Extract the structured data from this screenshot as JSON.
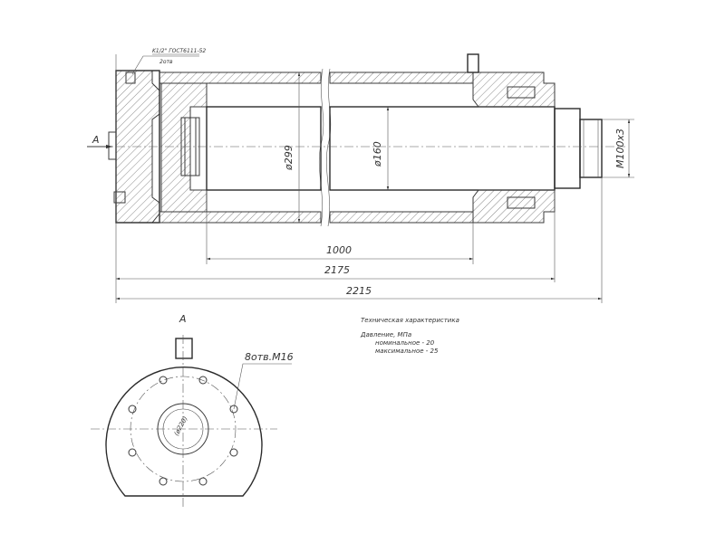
{
  "labels": {
    "thread_spec": "K1/2\" ГОСТ6111-52",
    "holes_count": "2отв",
    "view_arrow": "A",
    "view_label": "A",
    "bolt_holes": "8отв.М16",
    "bolt_circle": "(ø220)"
  },
  "dimensions": {
    "bore": "ø299",
    "rod": "ø160",
    "thread": "M100x3",
    "stroke": "1000",
    "length_1": "2175",
    "length_2": "2215"
  },
  "tech": {
    "title": "Техническая характеристика",
    "pressure_label": "Давление, МПа",
    "nominal": "номинальное  -  20",
    "maximum": "максимальное  -  25"
  }
}
